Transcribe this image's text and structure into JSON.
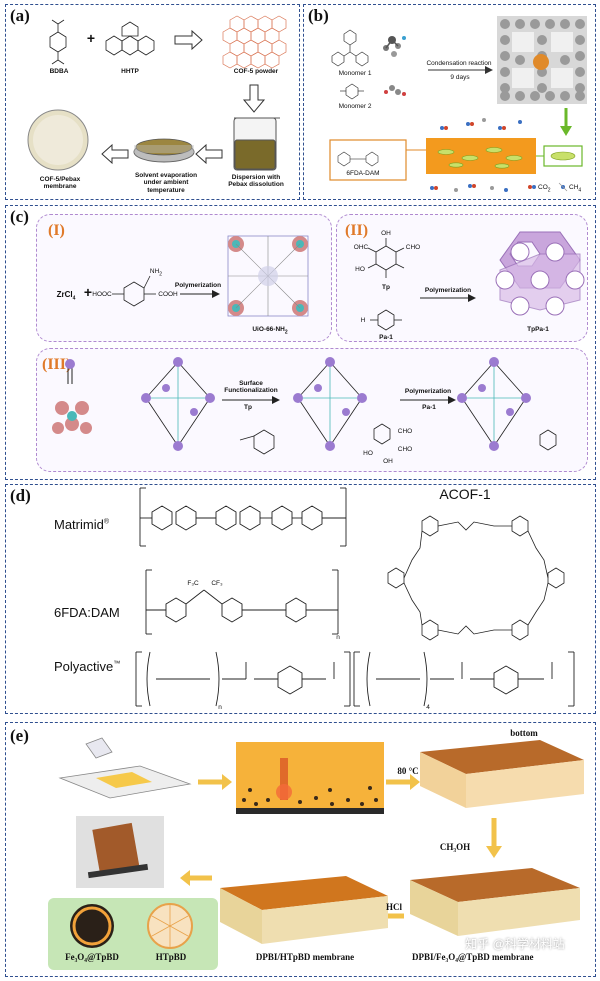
{
  "panel_a": {
    "label": "(a)",
    "bdba": "BDBA",
    "plus": "+",
    "hhtp": "HHTP",
    "cof_powder": "COF-5 powder",
    "dispersion": "Dispersion with Pebax dissolution",
    "evaporation": "Solvent evaporation under ambient temperature",
    "membrane": "COF-5/Pebax membrane"
  },
  "panel_b": {
    "label": "(b)",
    "monomer1": "Monomer 1",
    "monomer2": "Monomer 2",
    "condensation": "Condensation reaction",
    "days": "9 days",
    "sixfda": "6FDA-DAM",
    "co2": "CO",
    "co2_sub": "2",
    "ch4": "CH",
    "ch4_sub": "4"
  },
  "panel_c": {
    "label": "(c)",
    "roman1": "(I)",
    "roman2": "(II)",
    "roman3": "(III)",
    "zrcl4": "ZrCl",
    "zrcl4_sub": "4",
    "plus": "+",
    "hooc": "HOOC",
    "cooh": "COOH",
    "nh2": "NH",
    "nh2_sub": "2",
    "polymerization": "Polymerization",
    "uio": "UiO-66-NH",
    "uio_sub": "2",
    "ohc1": "OHC",
    "cho1": "CHO",
    "oh1": "OH",
    "ho1": "HO",
    "tp": "Tp",
    "h2n": "H",
    "pa1": "Pa-1",
    "polymerization2": "Polymerization",
    "tppa1": "TpPa-1",
    "surface": "Surface Functionalization",
    "tp2": "Tp",
    "polymerization3": "Polymerization",
    "pa1b": "Pa-1",
    "cho2": "CHO",
    "cho3": "CHO",
    "ho2": "HO",
    "oh2": "OH"
  },
  "panel_d": {
    "label": "(d)",
    "matrimid": "Matrimid",
    "matrimid_sup": "®",
    "acof": "ACOF-1",
    "sixfda_dam": "6FDA:DAM",
    "polyactive": "Polyactive",
    "polyactive_tm": "™",
    "n1": "n",
    "n2": "n",
    "sub4": "4",
    "f3c": "F₃C",
    "cf3": "CF₃"
  },
  "panel_e": {
    "label": "(e)",
    "temp": "80 °C",
    "bottom": "bottom",
    "ch3oh": "CH₃OH",
    "hcl": "HCl",
    "fe3o4": "Fe₃O₄@TpBD",
    "htpbd": "HTpBD",
    "membrane_label": "DPBI/HTpBD membrane",
    "membrane_label2": "DPBI/Fe₃O₄@TpBD membrane",
    "watermark": "知乎 @科学材料站"
  }
}
